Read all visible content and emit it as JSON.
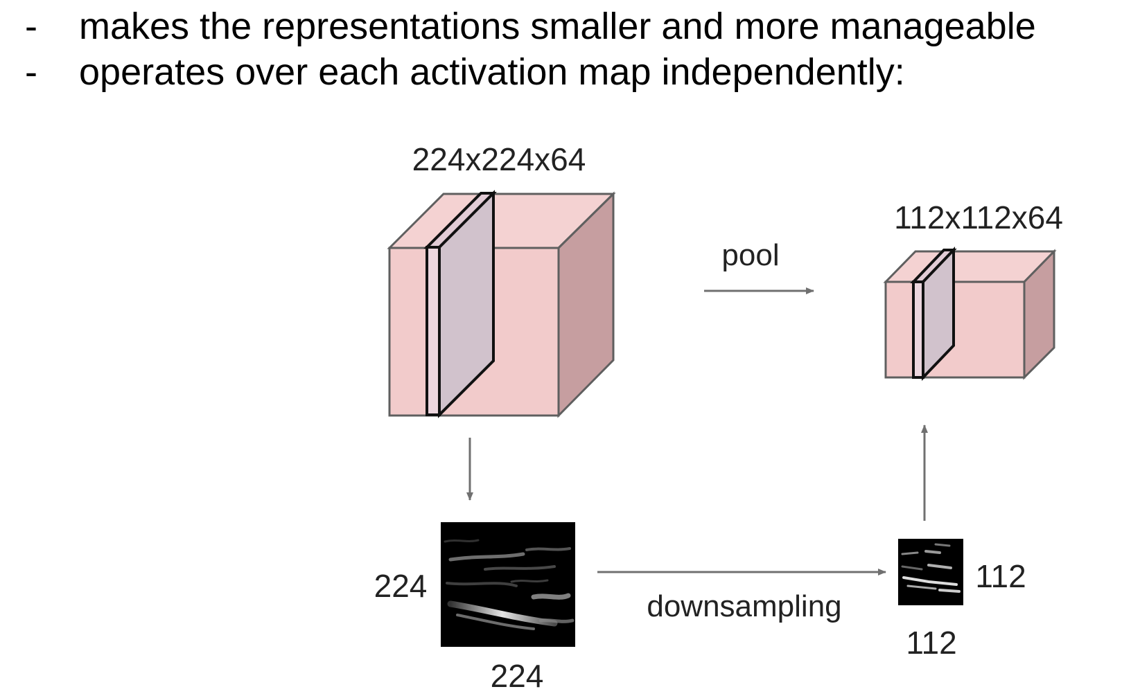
{
  "bullets": [
    {
      "marker": "-",
      "text": "makes the representations smaller and more manageable"
    },
    {
      "marker": "-",
      "text": "operates over each activation map independently:"
    }
  ],
  "diagram": {
    "input_volume_label": "224x224x64",
    "output_volume_label": "112x112x64",
    "pool_label": "pool",
    "downsampling_label": "downsampling",
    "input_map_height_label": "224",
    "input_map_width_label": "224",
    "output_map_height_label": "112",
    "output_map_width_label": "112"
  },
  "colors": {
    "volume_front": "#f2cbcb",
    "volume_top": "#f4d2d2",
    "volume_side": "#c69ea0",
    "slice_face": "#d1c2cc",
    "arrow": "#707070",
    "edge": "#5f5f5f"
  }
}
